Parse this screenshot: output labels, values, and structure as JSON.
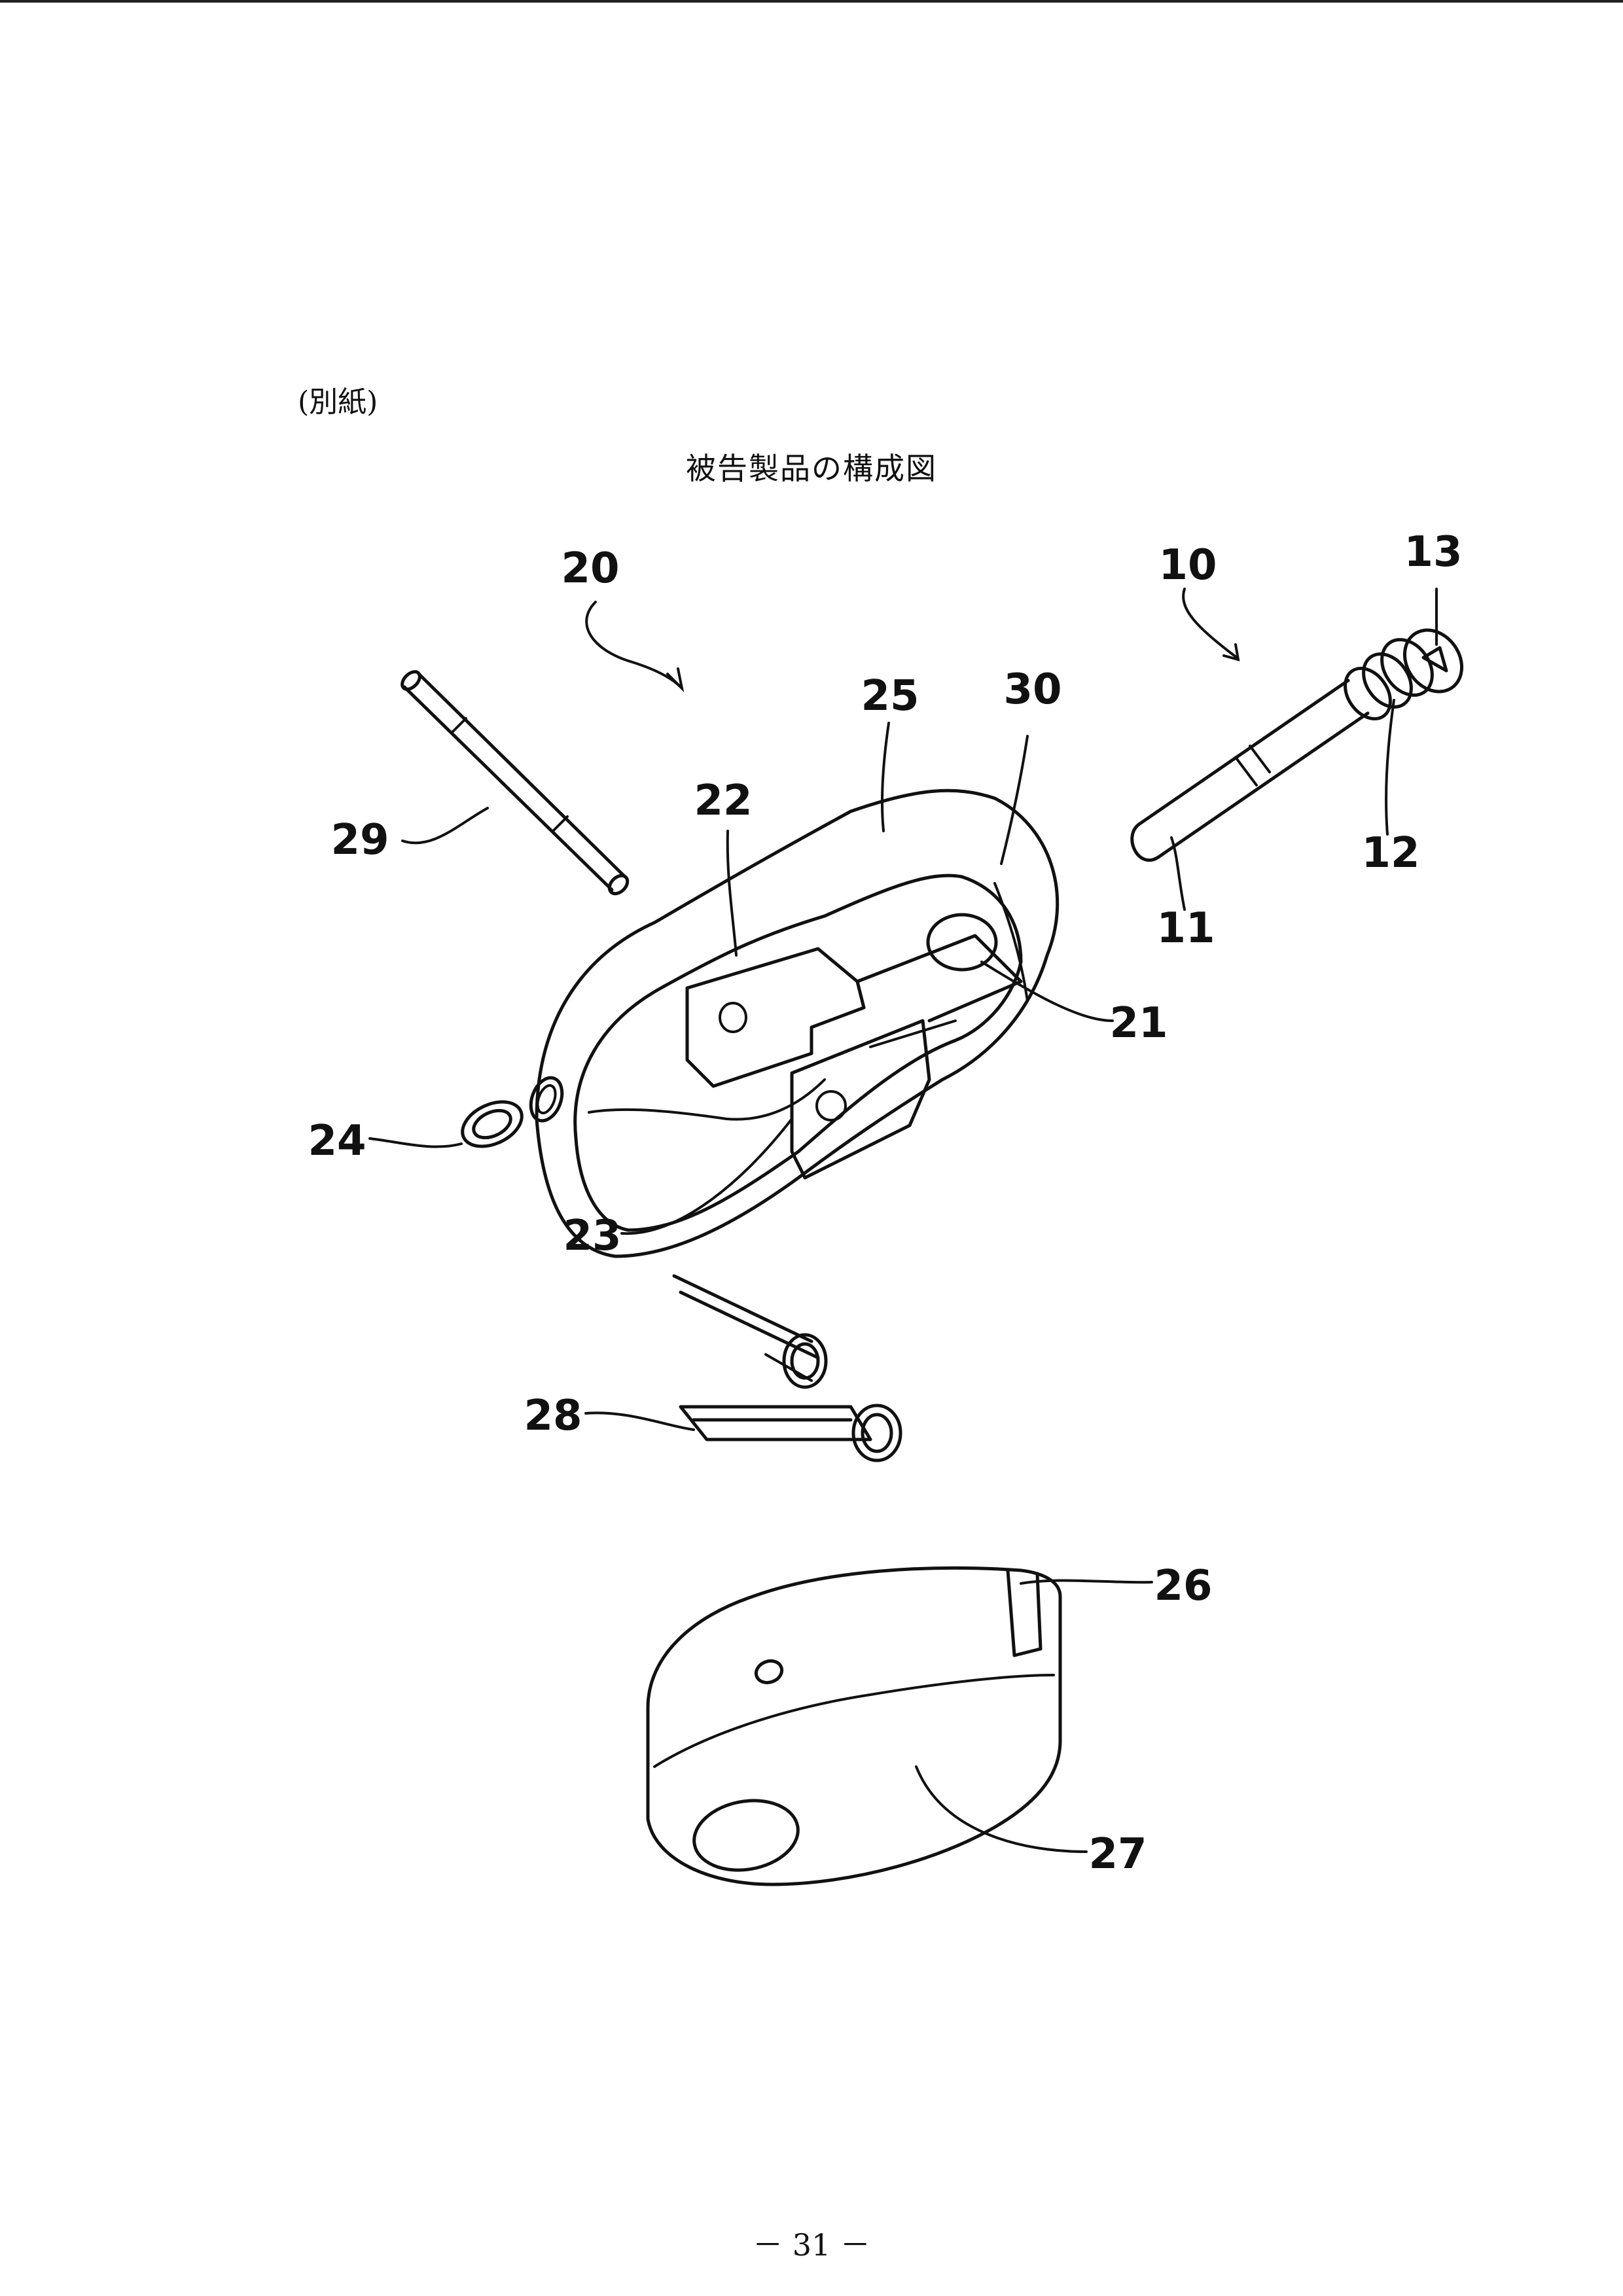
{
  "document": {
    "annex_label": "(別紙)",
    "figure_title": "被告製品の構成図",
    "page_number": "－ 31 －"
  },
  "reference_labels": {
    "l10": "10",
    "l11": "11",
    "l12": "12",
    "l13": "13",
    "l20": "20",
    "l21": "21",
    "l22": "22",
    "l23": "23",
    "l24": "24",
    "l25": "25",
    "l26": "26",
    "l27": "27",
    "l28": "28",
    "l29": "29",
    "l30": "30"
  }
}
